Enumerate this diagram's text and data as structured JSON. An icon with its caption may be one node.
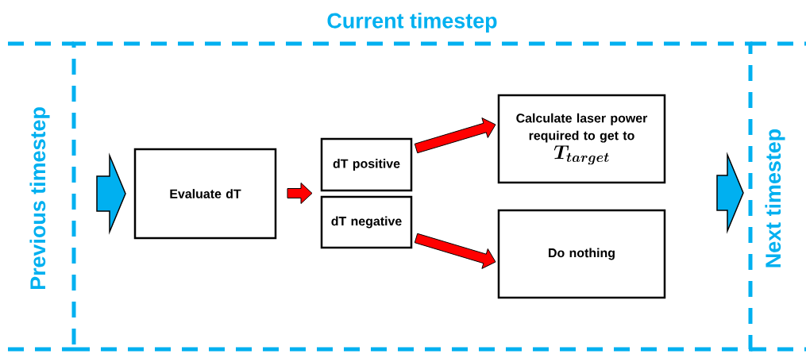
{
  "diagram": {
    "nodes": [
      {
        "text": [
          "Current timestep"
        ]
      },
      {
        "text": [
          "Previous timestep"
        ]
      },
      {
        "text": [
          "Evaluate dT"
        ],
        "in": 0
      },
      {
        "text": [
          "dT positive"
        ],
        "in": 0
      },
      {
        "text": [
          "dT negative"
        ],
        "in": 0
      },
      {
        "text": [
          "Calculate laser power required to get to",
          "T_{target}"
        ],
        "in": 0
      },
      {
        "text": [
          "Do nothing"
        ],
        "in": 0
      },
      {
        "text": [
          "Next timestep"
        ]
      }
    ],
    "edges": [
      {
        "from": 1,
        "to": 2,
        "arrow": "to",
        "style": "thick",
        "color": "#00b0f0"
      },
      {
        "from": 2,
        "to": 3,
        "arrow": "to"
      },
      {
        "from": 2,
        "to": 4,
        "arrow": "to"
      },
      {
        "from": 3,
        "to": 5,
        "arrow": "to"
      },
      {
        "from": 4,
        "to": 6,
        "arrow": "to"
      },
      {
        "from": null,
        "to": 7,
        "arrow": "to",
        "style": "thick",
        "color": "#00b0f0"
      }
    ]
  }
}
